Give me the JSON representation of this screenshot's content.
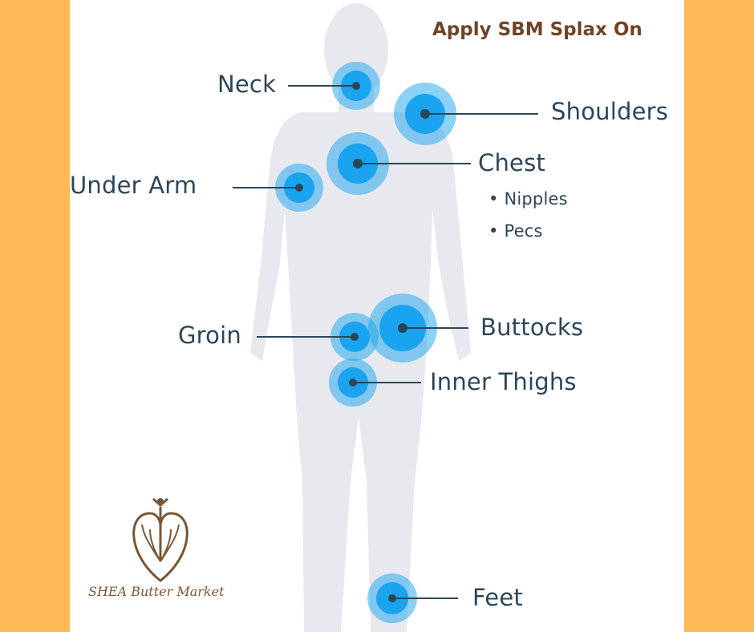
{
  "title": "Apply SBM Splax On",
  "labels": {
    "neck": "Neck",
    "shoulders": "Shoulders",
    "chest": "Chest",
    "nipples": "• Nipples",
    "pecs": "• Pecs",
    "under_arm": "Under Arm",
    "groin": "Groin",
    "buttocks": "Buttocks",
    "inner_thighs": "Inner Thighs",
    "feet": "Feet"
  },
  "logo": {
    "text": "SHEA Butter Market"
  },
  "colors": {
    "border": "#ffb957",
    "title": "#6f4426",
    "label": "#2c4658",
    "marker": "#1aa3ee",
    "silhouette": "#e7e9ee"
  }
}
